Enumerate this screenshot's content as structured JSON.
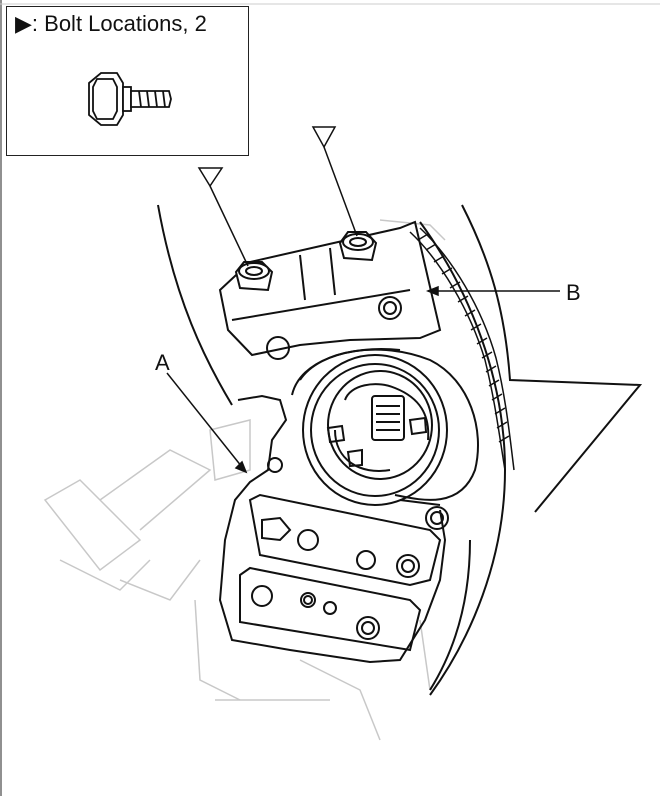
{
  "legend": {
    "symbol": "▶",
    "text": ": Bolt Locations, 2"
  },
  "callouts": {
    "a": "A",
    "b": "B"
  },
  "colors": {
    "ink": "#111111",
    "faint": "#c8c8c8",
    "background": "#ffffff"
  }
}
